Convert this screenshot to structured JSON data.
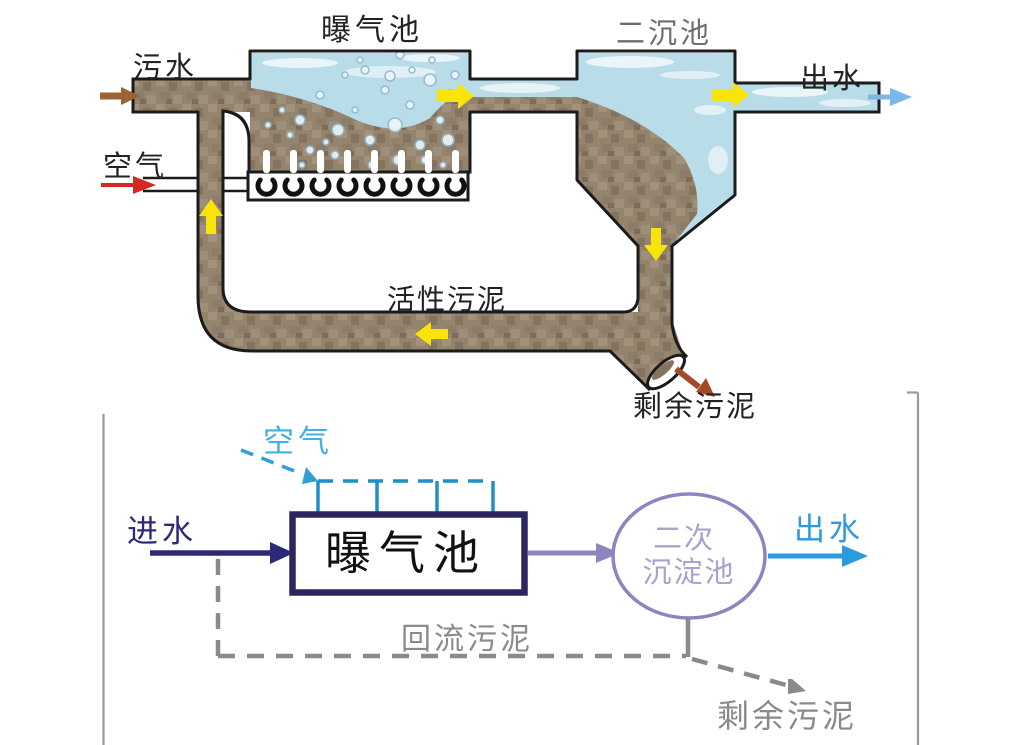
{
  "colors": {
    "sludge_brown": "#94836d",
    "water_blue": "#b9dce9",
    "flow_arrow_yellow": "#f9e408",
    "air_arrow_red": "#d42822",
    "inflow_arrow_brown": "#9c6434",
    "outflow_arrow_blue": "#79b8e8",
    "excess_arrow_brown": "#a34a2a",
    "influent_navy": "#2c2a78",
    "aeration_box_navy": "#2b2660",
    "air_label_cyan": "#41b1e2",
    "diffuser_line_cyan": "#1f8fc6",
    "flow_purple": "#8d85c0",
    "circle_text_purple": "#a9a2cd",
    "effluent_blue": "#2b9ade",
    "sludge_line_gray": "#8a8a8a"
  },
  "top_diagram": {
    "labels": {
      "sewage": "污水",
      "aeration_tank": "曝气池",
      "secondary_tank": "二沉池",
      "effluent": "出水",
      "air": "空气",
      "activated_sludge": "活性污泥",
      "excess_sludge": "剩余污泥"
    }
  },
  "bottom_diagram": {
    "labels": {
      "air": "空气",
      "influent": "进水",
      "aeration_tank": "曝气池",
      "secondary_tank_line1": "二次",
      "secondary_tank_line2": "沉淀池",
      "effluent": "出水",
      "return_sludge": "回流污泥",
      "excess_sludge": "剩余污泥"
    }
  }
}
